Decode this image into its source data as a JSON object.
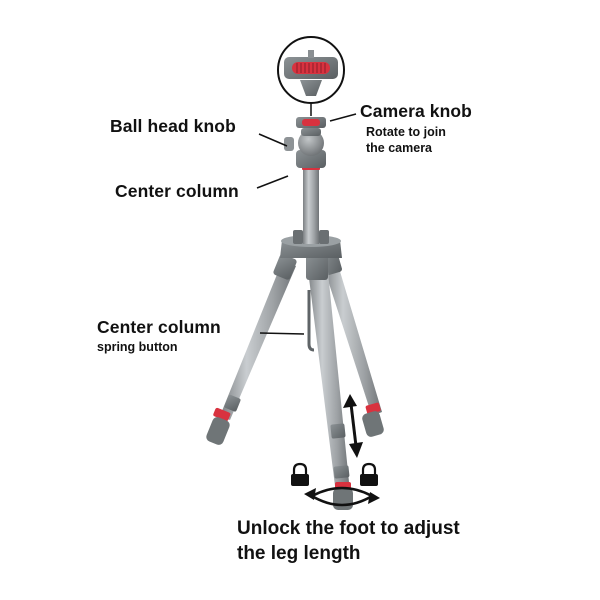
{
  "labels": {
    "ball_head_knob": "Ball head knob",
    "camera_knob": "Camera knob",
    "camera_knob_note_line1": "Rotate to join",
    "camera_knob_note_line2": "the camera",
    "center_column": "Center column",
    "spring_button_line1": "Center column",
    "spring_button_line2": "spring button",
    "foot_note_line1": "Unlock the foot to adjust",
    "foot_note_line2": "the leg length"
  },
  "colors": {
    "metal": "#9a9ea1",
    "metal_dark": "#6e7275",
    "rubber": "#6f7577",
    "accent_red": "#d8323f",
    "text": "#111111"
  },
  "icons": [
    "lock-icon-left",
    "lock-icon-right",
    "up-down-arrow-icon",
    "rotate-arrow-icon"
  ]
}
